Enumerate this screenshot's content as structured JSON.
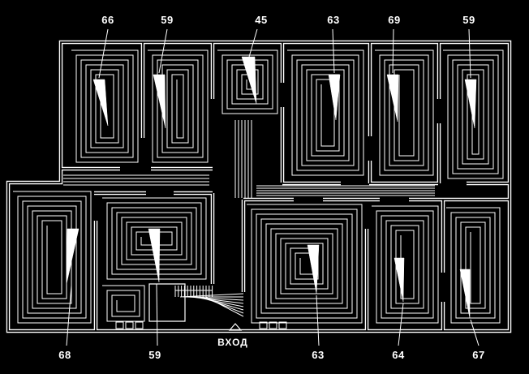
{
  "drawing": {
    "background": "#000000",
    "line_color": "#ffffff",
    "labels": {
      "top": [
        {
          "text": "66"
        },
        {
          "text": "59"
        },
        {
          "text": "45"
        },
        {
          "text": "63"
        },
        {
          "text": "69"
        },
        {
          "text": "59"
        }
      ],
      "bottom": [
        {
          "text": "68"
        },
        {
          "text": "59"
        },
        {
          "text": "63"
        },
        {
          "text": "64"
        },
        {
          "text": "67"
        }
      ],
      "entrance": "ВХОД"
    }
  }
}
